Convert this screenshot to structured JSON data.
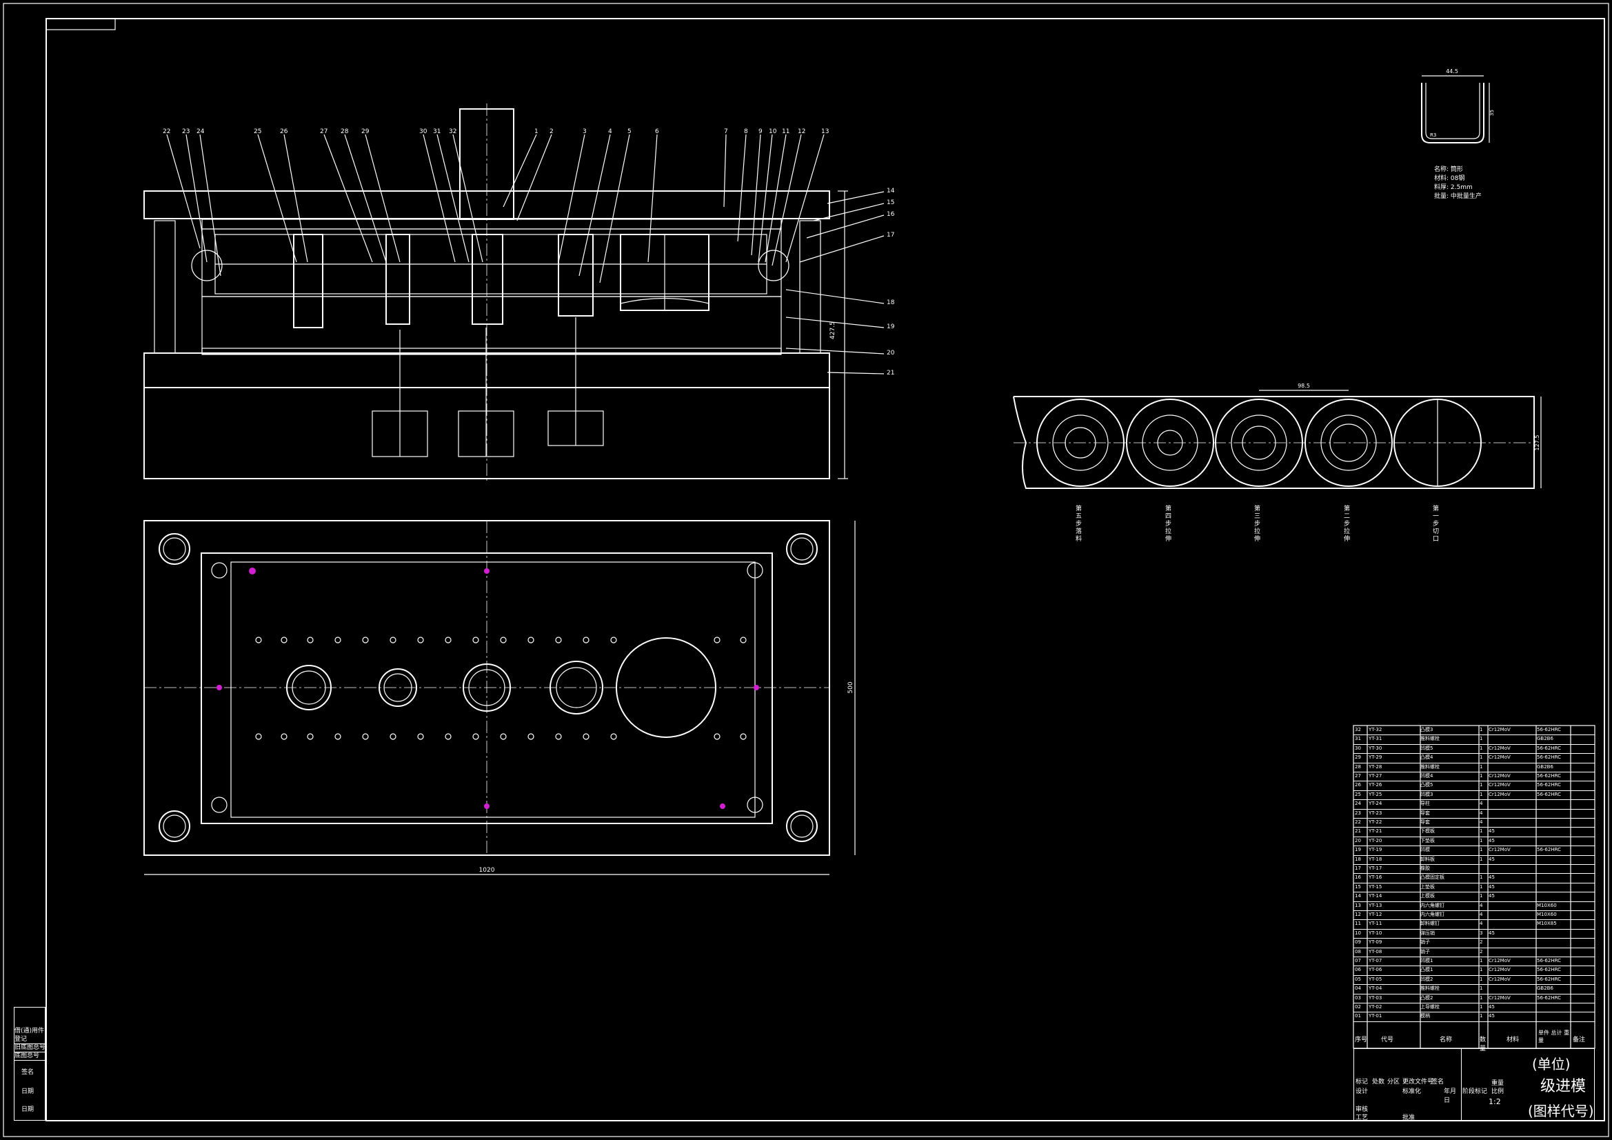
{
  "drawing": {
    "title_block": {
      "unit": "(单位)",
      "drawing_name": "级进模",
      "drawing_code": "(图样代号)",
      "scale": "1:2",
      "labels": [
        "审核",
        "工艺",
        "批准",
        "标记",
        "处数",
        "分区",
        "更改文件号",
        "签名",
        "年月日",
        "设计",
        "标准化",
        "阶段标记",
        "重量",
        "比例"
      ]
    },
    "side_block": [
      "借(通)用件登记",
      "旧底图总号",
      "底图总号",
      "签名",
      "日期",
      "日期"
    ],
    "section_view": {
      "part_numbers_top": [
        "22",
        "23",
        "24",
        "25",
        "26",
        "27",
        "28",
        "29",
        "30",
        "31",
        "32",
        "1",
        "2",
        "3",
        "4",
        "5",
        "6",
        "7",
        "8",
        "9",
        "10",
        "11",
        "12",
        "13"
      ],
      "part_numbers_right": [
        "14",
        "15",
        "16",
        "17",
        "18",
        "19",
        "20",
        "21"
      ],
      "height_dim": "427.5"
    },
    "plan_view": {
      "width_dim": "1020",
      "height_dim": "500"
    },
    "part_sketch": {
      "notes": [
        "名称: 筒形",
        "材料: 08钢",
        "料厚: 2.5mm",
        "批量: 中批量生产"
      ],
      "dims": [
        "44.5",
        "R3",
        "35"
      ]
    },
    "strip_layout": {
      "pitch_dim": "98.5",
      "width_dim": "127.5",
      "stations": [
        "第五步落料",
        "第四步拉伸",
        "第三步拉伸",
        "第二步拉伸",
        "第一步切口"
      ]
    },
    "bom": {
      "headers": [
        "序号",
        "代号",
        "名称",
        "数量",
        "材料",
        "单件 总计 重量",
        "备注"
      ],
      "rows": [
        [
          "32",
          "YT-32",
          "凸模3",
          "1",
          "Cr12MoV",
          "56-62HRC"
        ],
        [
          "31",
          "YT-31",
          "推料螺栓",
          "1",
          "",
          "GB2B6"
        ],
        [
          "30",
          "YT-30",
          "凹模5",
          "1",
          "Cr12MoV",
          "56-62HRC"
        ],
        [
          "29",
          "YT-29",
          "凸模4",
          "1",
          "Cr12MoV",
          "56-62HRC"
        ],
        [
          "28",
          "YT-28",
          "推料螺栓",
          "1",
          "",
          "GB2B6"
        ],
        [
          "27",
          "YT-27",
          "凹模4",
          "1",
          "Cr12MoV",
          "56-62HRC"
        ],
        [
          "26",
          "YT-26",
          "凸模5",
          "1",
          "Cr12MoV",
          "56-62HRC"
        ],
        [
          "25",
          "YT-25",
          "凹模3",
          "1",
          "Cr12MoV",
          "56-62HRC"
        ],
        [
          "24",
          "YT-24",
          "导柱",
          "4",
          "",
          ""
        ],
        [
          "23",
          "YT-23",
          "导套",
          "4",
          "",
          ""
        ],
        [
          "22",
          "YT-22",
          "导套",
          "4",
          "",
          ""
        ],
        [
          "21",
          "YT-21",
          "下模板",
          "1",
          "45",
          ""
        ],
        [
          "20",
          "YT-20",
          "下垫板",
          "1",
          "45",
          ""
        ],
        [
          "19",
          "YT-19",
          "凹模",
          "1",
          "Cr12MoV",
          "56-62HRC"
        ],
        [
          "18",
          "YT-18",
          "卸料板",
          "1",
          "45",
          ""
        ],
        [
          "17",
          "YT-17",
          "橡胶",
          "",
          "",
          ""
        ],
        [
          "16",
          "YT-16",
          "凸模固定板",
          "1",
          "45",
          ""
        ],
        [
          "15",
          "YT-15",
          "上垫板",
          "1",
          "45",
          ""
        ],
        [
          "14",
          "YT-14",
          "上模板",
          "1",
          "45",
          ""
        ],
        [
          "13",
          "YT-13",
          "内六角螺钉",
          "4",
          "",
          "M10X60"
        ],
        [
          "12",
          "YT-12",
          "内六角螺钉",
          "4",
          "",
          "M10X60"
        ],
        [
          "11",
          "YT-11",
          "卸料螺钉",
          "4",
          "",
          "M10X85"
        ],
        [
          "10",
          "YT-10",
          "弹压销",
          "3",
          "45",
          ""
        ],
        [
          "09",
          "YT-09",
          "销子",
          "2",
          "",
          ""
        ],
        [
          "08",
          "YT-08",
          "销子",
          "2",
          "",
          ""
        ],
        [
          "07",
          "YT-07",
          "凹模1",
          "1",
          "Cr12MoV",
          "56-62HRC"
        ],
        [
          "06",
          "YT-06",
          "凸模1",
          "1",
          "Cr12MoV",
          "56-62HRC"
        ],
        [
          "05",
          "YT-05",
          "凹模2",
          "1",
          "Cr12MoV",
          "56-62HRC"
        ],
        [
          "04",
          "YT-04",
          "推料螺栓",
          "1",
          "",
          "GB2B6"
        ],
        [
          "03",
          "YT-03",
          "凸模2",
          "1",
          "Cr12MoV",
          "56-62HRC"
        ],
        [
          "02",
          "YT-02",
          "上导螺栓",
          "1",
          "45",
          ""
        ],
        [
          "01",
          "YT-01",
          "模柄",
          "1",
          "45",
          ""
        ]
      ]
    }
  }
}
